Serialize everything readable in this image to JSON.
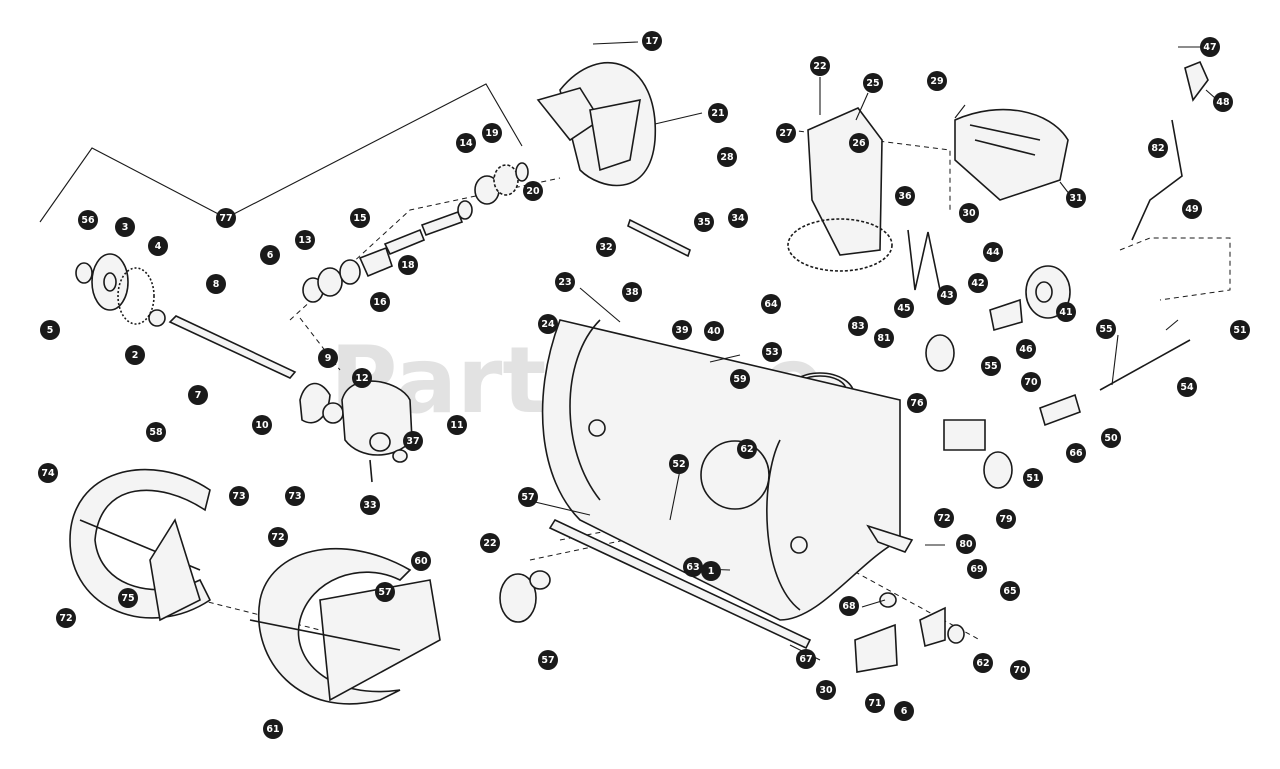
{
  "watermark": "PartsTree",
  "callouts": [
    "17",
    "21",
    "22",
    "25",
    "26",
    "27",
    "28",
    "29",
    "47",
    "48",
    "77",
    "14",
    "19",
    "20",
    "35",
    "34",
    "32",
    "36",
    "30",
    "31",
    "82",
    "49",
    "56",
    "3",
    "4",
    "5",
    "2",
    "6",
    "13",
    "15",
    "16",
    "18",
    "8",
    "7",
    "9",
    "10",
    "12",
    "11",
    "33",
    "37",
    "38",
    "39",
    "40",
    "64",
    "59",
    "23",
    "24",
    "45",
    "44",
    "43",
    "42",
    "46",
    "41",
    "81",
    "83",
    "76",
    "53",
    "55",
    "70",
    "55",
    "50",
    "51",
    "54",
    "79",
    "51",
    "66",
    "62",
    "52",
    "57",
    "58",
    "80",
    "72",
    "74",
    "73",
    "72",
    "73",
    "72",
    "75",
    "57",
    "60",
    "61",
    "22",
    "57",
    "63",
    "1",
    "67",
    "68",
    "69",
    "65",
    "62",
    "30",
    "71",
    "6",
    "70"
  ]
}
